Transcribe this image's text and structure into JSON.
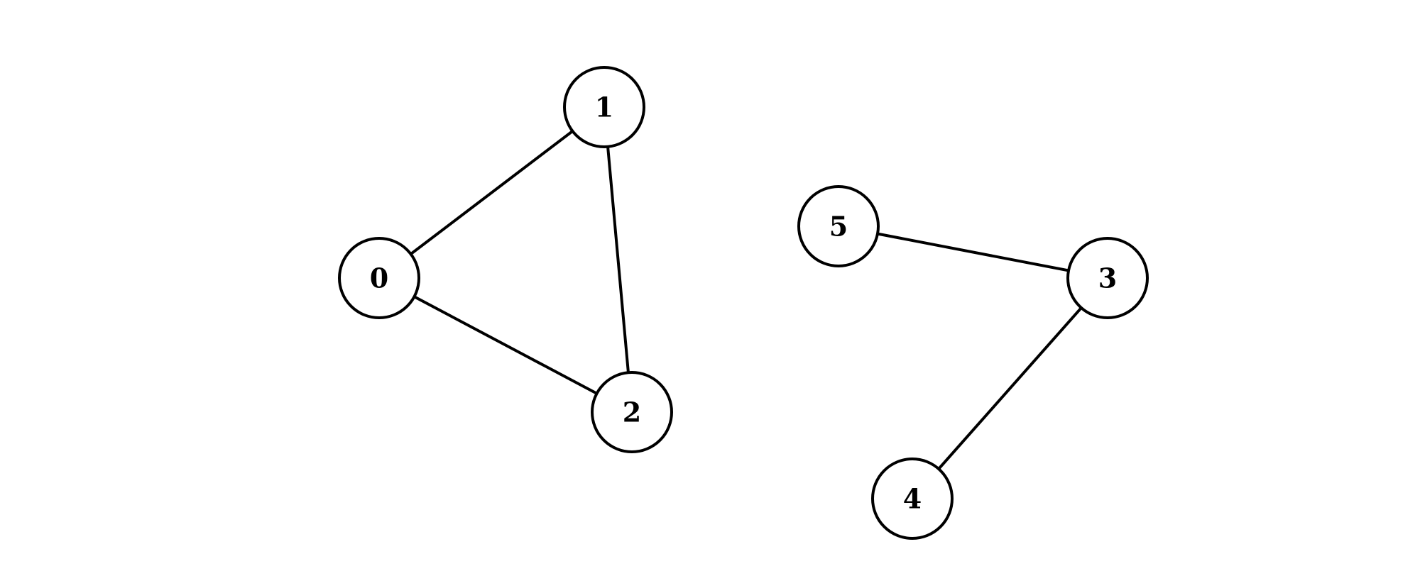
{
  "graph": {
    "nodes": [
      {
        "id": "0",
        "label": "0"
      },
      {
        "id": "1",
        "label": "1"
      },
      {
        "id": "2",
        "label": "2"
      },
      {
        "id": "3",
        "label": "3"
      },
      {
        "id": "4",
        "label": "4"
      },
      {
        "id": "5",
        "label": "5"
      }
    ],
    "edges": [
      {
        "from": "0",
        "to": "1"
      },
      {
        "from": "0",
        "to": "2"
      },
      {
        "from": "1",
        "to": "2"
      },
      {
        "from": "5",
        "to": "3"
      },
      {
        "from": "3",
        "to": "4"
      }
    ]
  }
}
